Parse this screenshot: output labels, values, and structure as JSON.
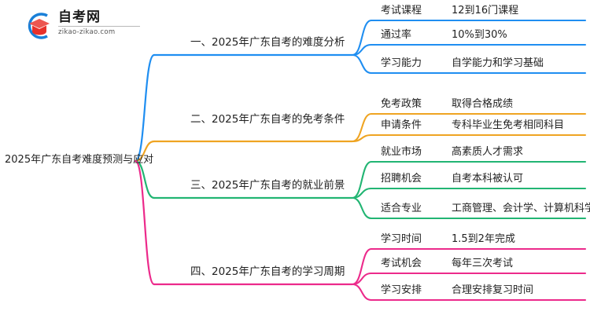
{
  "logo": {
    "mark_icon": "graduation-cap-in-c-arc-icon",
    "title": "自考网",
    "domain": "zikao-zikao.com",
    "arc_color": "#1a80d8",
    "cap_color": "#e8312a"
  },
  "mindmap": {
    "root": {
      "label": "2025年广东自考难度预测与应对"
    },
    "branches": [
      {
        "label": "一、2025年广东自考的难度分析",
        "color": "#1f8ef1",
        "items": [
          {
            "key": "考试课程",
            "value": "12到16门课程"
          },
          {
            "key": "通过率",
            "value": "10%到30%"
          },
          {
            "key": "学习能力",
            "value": "自学能力和学习基础"
          }
        ]
      },
      {
        "label": "二、2025年广东自考的免考条件",
        "color": "#efa422",
        "items": [
          {
            "key": "免考政策",
            "value": "取得合格成绩"
          },
          {
            "key": "申请条件",
            "value": "专科毕业生免考相同科目"
          }
        ]
      },
      {
        "label": "三、2025年广东自考的就业前景",
        "color": "#22b573",
        "items": [
          {
            "key": "就业市场",
            "value": "高素质人才需求"
          },
          {
            "key": "招聘机会",
            "value": "自考本科被认可"
          },
          {
            "key": "适合专业",
            "value": "工商管理、会计学、计算机科学"
          }
        ]
      },
      {
        "label": "四、2025年广东自考的学习周期",
        "color": "#ec2a8b",
        "items": [
          {
            "key": "学习时间",
            "value": "1.5到2年完成"
          },
          {
            "key": "考试机会",
            "value": "每年三次考试"
          },
          {
            "key": "学习安排",
            "value": "合理安排复习时间"
          }
        ]
      }
    ]
  }
}
